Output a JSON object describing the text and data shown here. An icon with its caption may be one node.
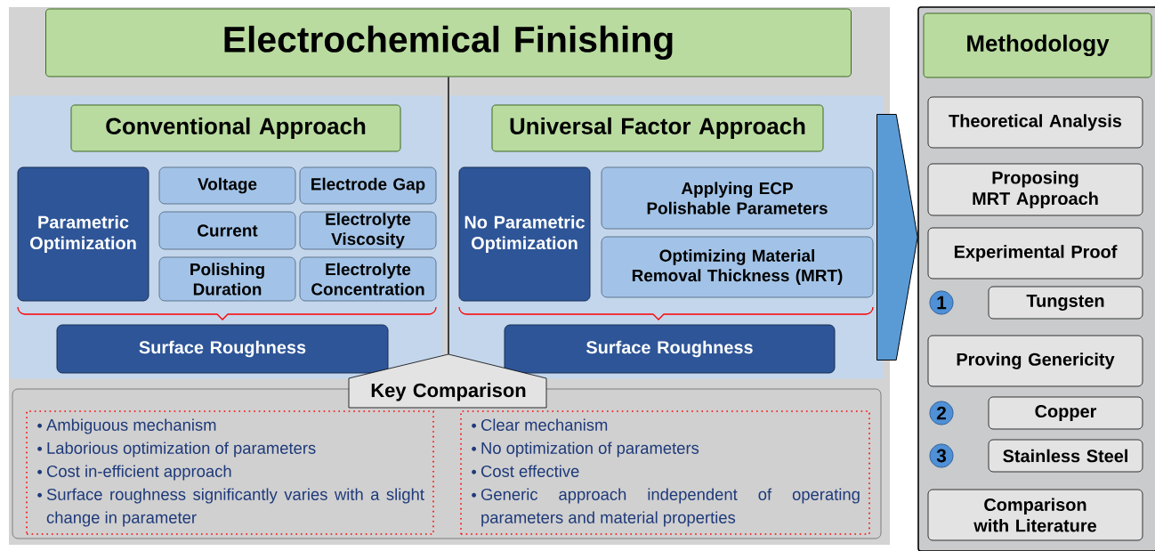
{
  "diagram": {
    "nodes": [
      {
        "text": [
          "Electrochemical Finishing"
        ]
      },
      {
        "text": [],
        "shape": "box"
      },
      {
        "text": [
          "Conventional Approach"
        ],
        "in": 1
      },
      {
        "text": [
          "Parametric Optimization"
        ],
        "in": 1
      },
      {
        "text": [
          "Voltage"
        ],
        "in": 1
      },
      {
        "text": [
          "Electrode Gap"
        ],
        "in": 1
      },
      {
        "text": [
          "Current"
        ],
        "in": 1
      },
      {
        "text": [
          "Electrolyte Viscosity"
        ],
        "in": 1
      },
      {
        "text": [
          "Polishing Duration"
        ],
        "in": 1
      },
      {
        "text": [
          "Electrolyte Concentration"
        ],
        "in": 1
      },
      {
        "text": [
          "Surface Roughness"
        ],
        "in": 1
      },
      {
        "text": [],
        "shape": "box"
      },
      {
        "text": [
          "Universal Factor Approach"
        ],
        "in": 11
      },
      {
        "text": [
          "No Parametric Optimization"
        ],
        "in": 11
      },
      {
        "text": [
          "Applying ECP Polishable Parameters"
        ],
        "in": 11
      },
      {
        "text": [
          "Optimizing Material Removal Thickness (MRT)"
        ],
        "in": 11
      },
      {
        "text": [
          "Surface Roughness"
        ],
        "in": 11
      },
      {
        "text": [
          "Key Comparison"
        ]
      },
      {
        "text": [
          "Ambiguous mechanism",
          "Laborious optimization of parameters",
          "Cost in-efficient approach",
          "Surface roughness significantly varies with a slight change in parameter"
        ],
        "in": 17
      },
      {
        "text": [
          "Clear mechanism",
          "No optimization of parameters",
          "Cost effective",
          "Generic approach independent of operating parameters and material properties"
        ],
        "in": 17
      },
      {
        "text": [],
        "shape": "box"
      },
      {
        "text": [
          "Methodology"
        ],
        "in": 20
      },
      {
        "text": [
          "Theoretical Analysis"
        ],
        "in": 20
      },
      {
        "text": [
          "Proposing MRT Approach"
        ],
        "in": 20
      },
      {
        "text": [
          "Experimental Proof"
        ],
        "in": 20
      },
      {
        "text": [
          "1"
        ],
        "in": 20
      },
      {
        "text": [
          "Tungsten"
        ],
        "in": 20
      },
      {
        "text": [
          "Proving Genericity"
        ],
        "in": 20
      },
      {
        "text": [
          "2"
        ],
        "in": 20
      },
      {
        "text": [
          "Copper"
        ],
        "in": 20
      },
      {
        "text": [
          "3"
        ],
        "in": 20
      },
      {
        "text": [
          "Stainless Steel"
        ],
        "in": 20
      },
      {
        "text": [
          "Comparison with Literature"
        ],
        "in": 20
      }
    ],
    "edges": [
      {
        "from": 0,
        "to": 17,
        "arrow": "none"
      },
      {
        "from": 11,
        "to": 20,
        "arrow": "to",
        "style": "thick",
        "color": "#5b9bd5"
      }
    ]
  }
}
